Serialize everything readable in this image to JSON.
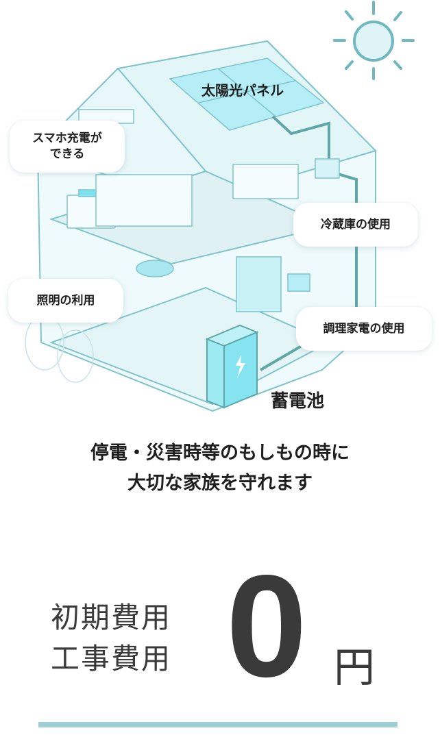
{
  "illustration": {
    "labels": {
      "solar_panel": "太陽光パネル",
      "battery": "蓄電池"
    },
    "bubbles": {
      "phone_charging": "スマホ充電が\nできる",
      "refrigerator": "冷蔵庫の使用",
      "lighting": "照明の利用",
      "cooking": "調理家電の使用"
    },
    "colors": {
      "line": "#7fc4cc",
      "fill": "#e6f7f9",
      "accent": "#5fa6a6",
      "battery": "#7fe3ef"
    }
  },
  "tagline": {
    "line1": "停電・災害時等のもしもの時に",
    "line2": "大切な家族を守れます"
  },
  "cost": {
    "label_line1": "初期費用",
    "label_line2": "工事費用",
    "amount": "0",
    "unit": "円"
  },
  "underline_color": "#9ecfd6"
}
